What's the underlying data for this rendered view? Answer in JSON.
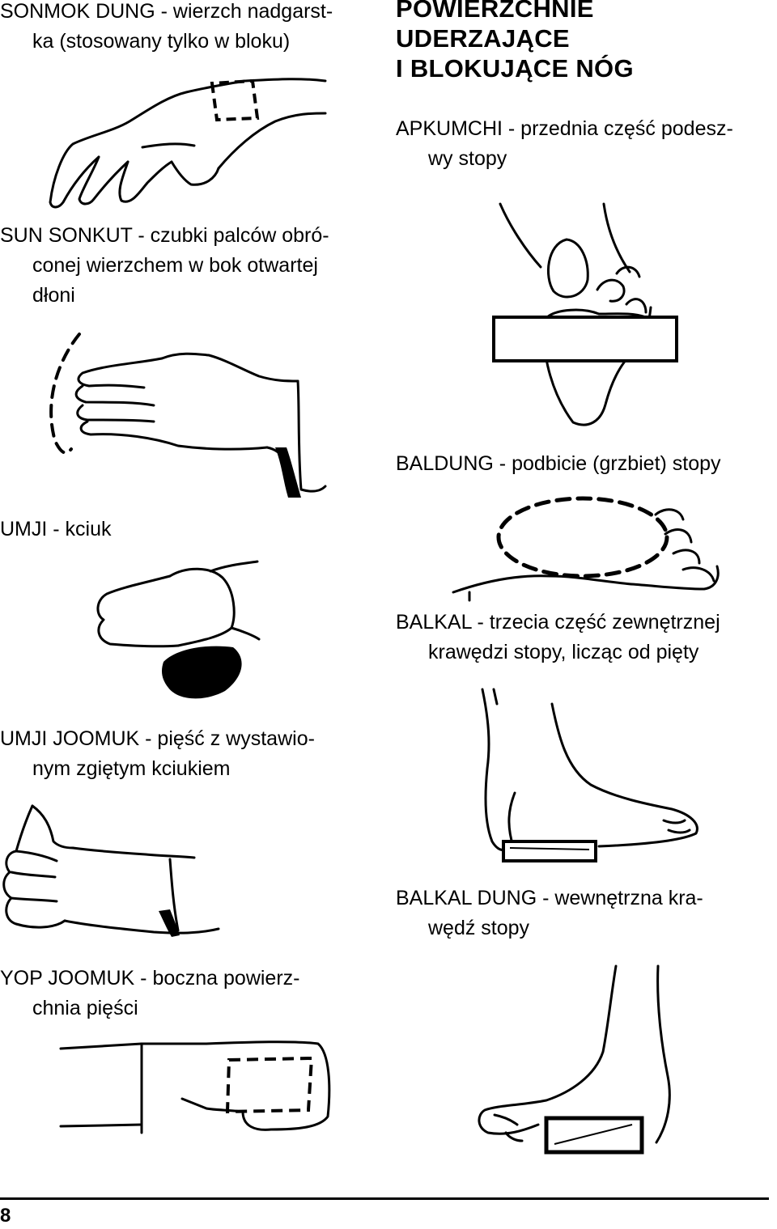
{
  "header": {
    "lines": [
      "POWIERZCHNIE",
      "UDERZAJĄCE",
      "I BLOKUJĄCE NÓG"
    ]
  },
  "captions": {
    "sonmok_dung": [
      "SONMOK DUNG - wierzch nadgarst-",
      "ka (stosowany tylko w bloku)"
    ],
    "sun_sonkut": [
      "SUN SONKUT - czubki palców obró-",
      "conej wierzchem w bok otwartej",
      "dłoni"
    ],
    "umji": [
      "UMJI - kciuk"
    ],
    "umji_joomuk": [
      "UMJI JOOMUK - pięść z wystawio-",
      "nym zgiętym kciukiem"
    ],
    "yop_joomuk": [
      "YOP JOOMUK - boczna powierz-",
      "chnia pięści"
    ],
    "apkumchi": [
      "APKUMCHI - przednia część podesz-",
      "wy stopy"
    ],
    "baldung": [
      "BALDUNG - podbicie (grzbiet) stopy"
    ],
    "balkal": [
      "BALKAL - trzecia część zewnętrznej",
      "krawędzi stopy, licząc od pięty"
    ],
    "balkal_dung": [
      "BALKAL DUNG - wewnętrzna kra-",
      "wędź stopy"
    ]
  },
  "page_number": "8"
}
